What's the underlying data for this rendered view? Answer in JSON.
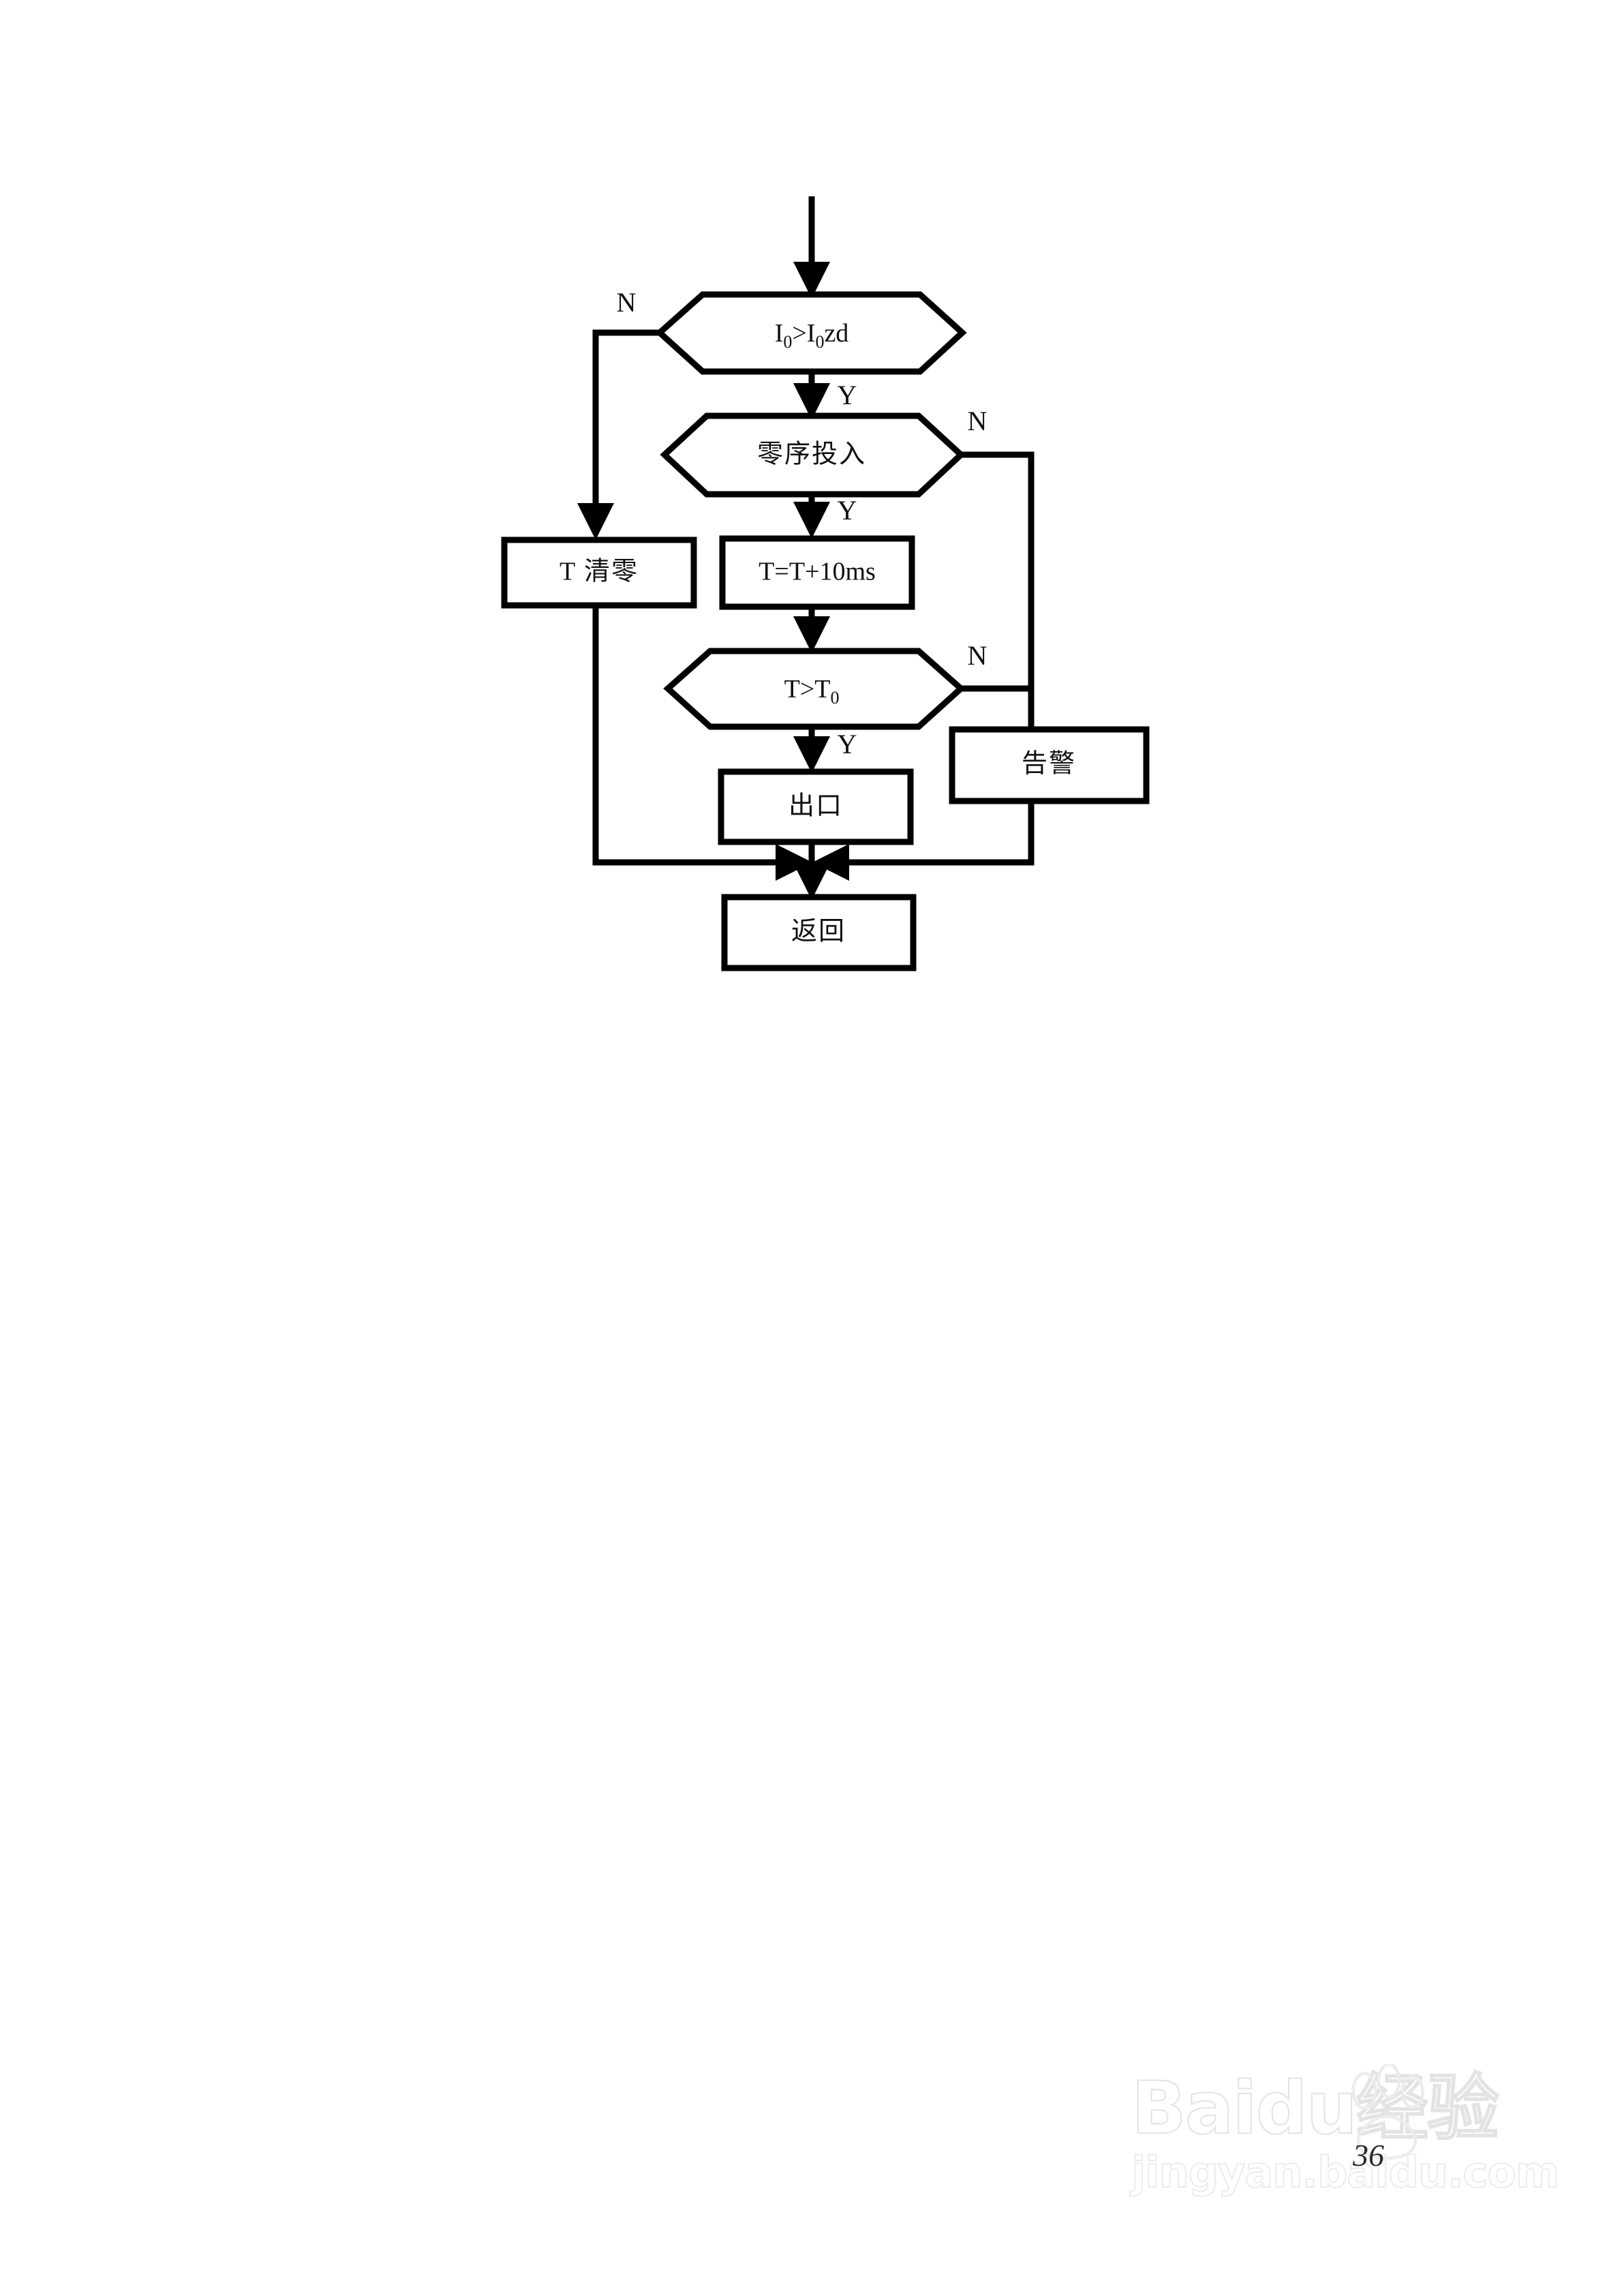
{
  "page": {
    "number": "36",
    "background_color": "#ffffff",
    "stroke_color": "#000000",
    "text_color": "#111111"
  },
  "diagram": {
    "type": "flowchart",
    "title": "",
    "nodes": [
      {
        "id": "start",
        "shape": "entry-arrow",
        "label": ""
      },
      {
        "id": "dec_i0",
        "shape": "hexagon",
        "label": "I",
        "label_full": "I₀>I₀zd",
        "label_parts": {
          "main1": "I",
          "sub1": "0",
          "op": ">",
          "main2": "I",
          "sub2": "0",
          "tail": "zd"
        }
      },
      {
        "id": "dec_zeroseq",
        "shape": "hexagon",
        "label": "零序投入"
      },
      {
        "id": "proc_tclear",
        "shape": "rectangle",
        "label": "T 清零"
      },
      {
        "id": "proc_tinc",
        "shape": "rectangle",
        "label": "T=T+10ms"
      },
      {
        "id": "dec_tgt",
        "shape": "hexagon",
        "label": "T>T₀",
        "label_parts": {
          "main1": "T",
          "op": ">",
          "main2": "T",
          "sub2": "0"
        }
      },
      {
        "id": "proc_alarm",
        "shape": "rectangle",
        "label": "告警"
      },
      {
        "id": "proc_exit",
        "shape": "rectangle",
        "label": "出口"
      },
      {
        "id": "proc_return",
        "shape": "rectangle",
        "label": "返回"
      }
    ],
    "branch_labels": {
      "dec_i0_no": "N",
      "dec_i0_yes": "Y",
      "dec_zeroseq_no": "N",
      "dec_zeroseq_yes": "Y",
      "dec_tgt_no": "N",
      "dec_tgt_yes": "Y"
    },
    "edges": [
      {
        "from": "start",
        "to": "dec_i0",
        "label": ""
      },
      {
        "from": "dec_i0",
        "to": "proc_tclear",
        "label": "N"
      },
      {
        "from": "dec_i0",
        "to": "dec_zeroseq",
        "label": "Y"
      },
      {
        "from": "dec_zeroseq",
        "to": "proc_alarm",
        "label": "N"
      },
      {
        "from": "dec_zeroseq",
        "to": "proc_tinc",
        "label": "Y"
      },
      {
        "from": "proc_tinc",
        "to": "dec_tgt",
        "label": ""
      },
      {
        "from": "dec_tgt",
        "to": "proc_alarm",
        "label": "N"
      },
      {
        "from": "dec_tgt",
        "to": "proc_exit",
        "label": "Y"
      },
      {
        "from": "proc_tclear",
        "to": "proc_return",
        "label": ""
      },
      {
        "from": "proc_exit",
        "to": "proc_return",
        "label": ""
      },
      {
        "from": "proc_alarm",
        "to": "proc_return",
        "label": ""
      }
    ]
  },
  "watermark": {
    "brand": "Baidu",
    "brand_cjk": "经验",
    "url": "jingyan.baidu.com",
    "color": "#e6e6e6"
  }
}
